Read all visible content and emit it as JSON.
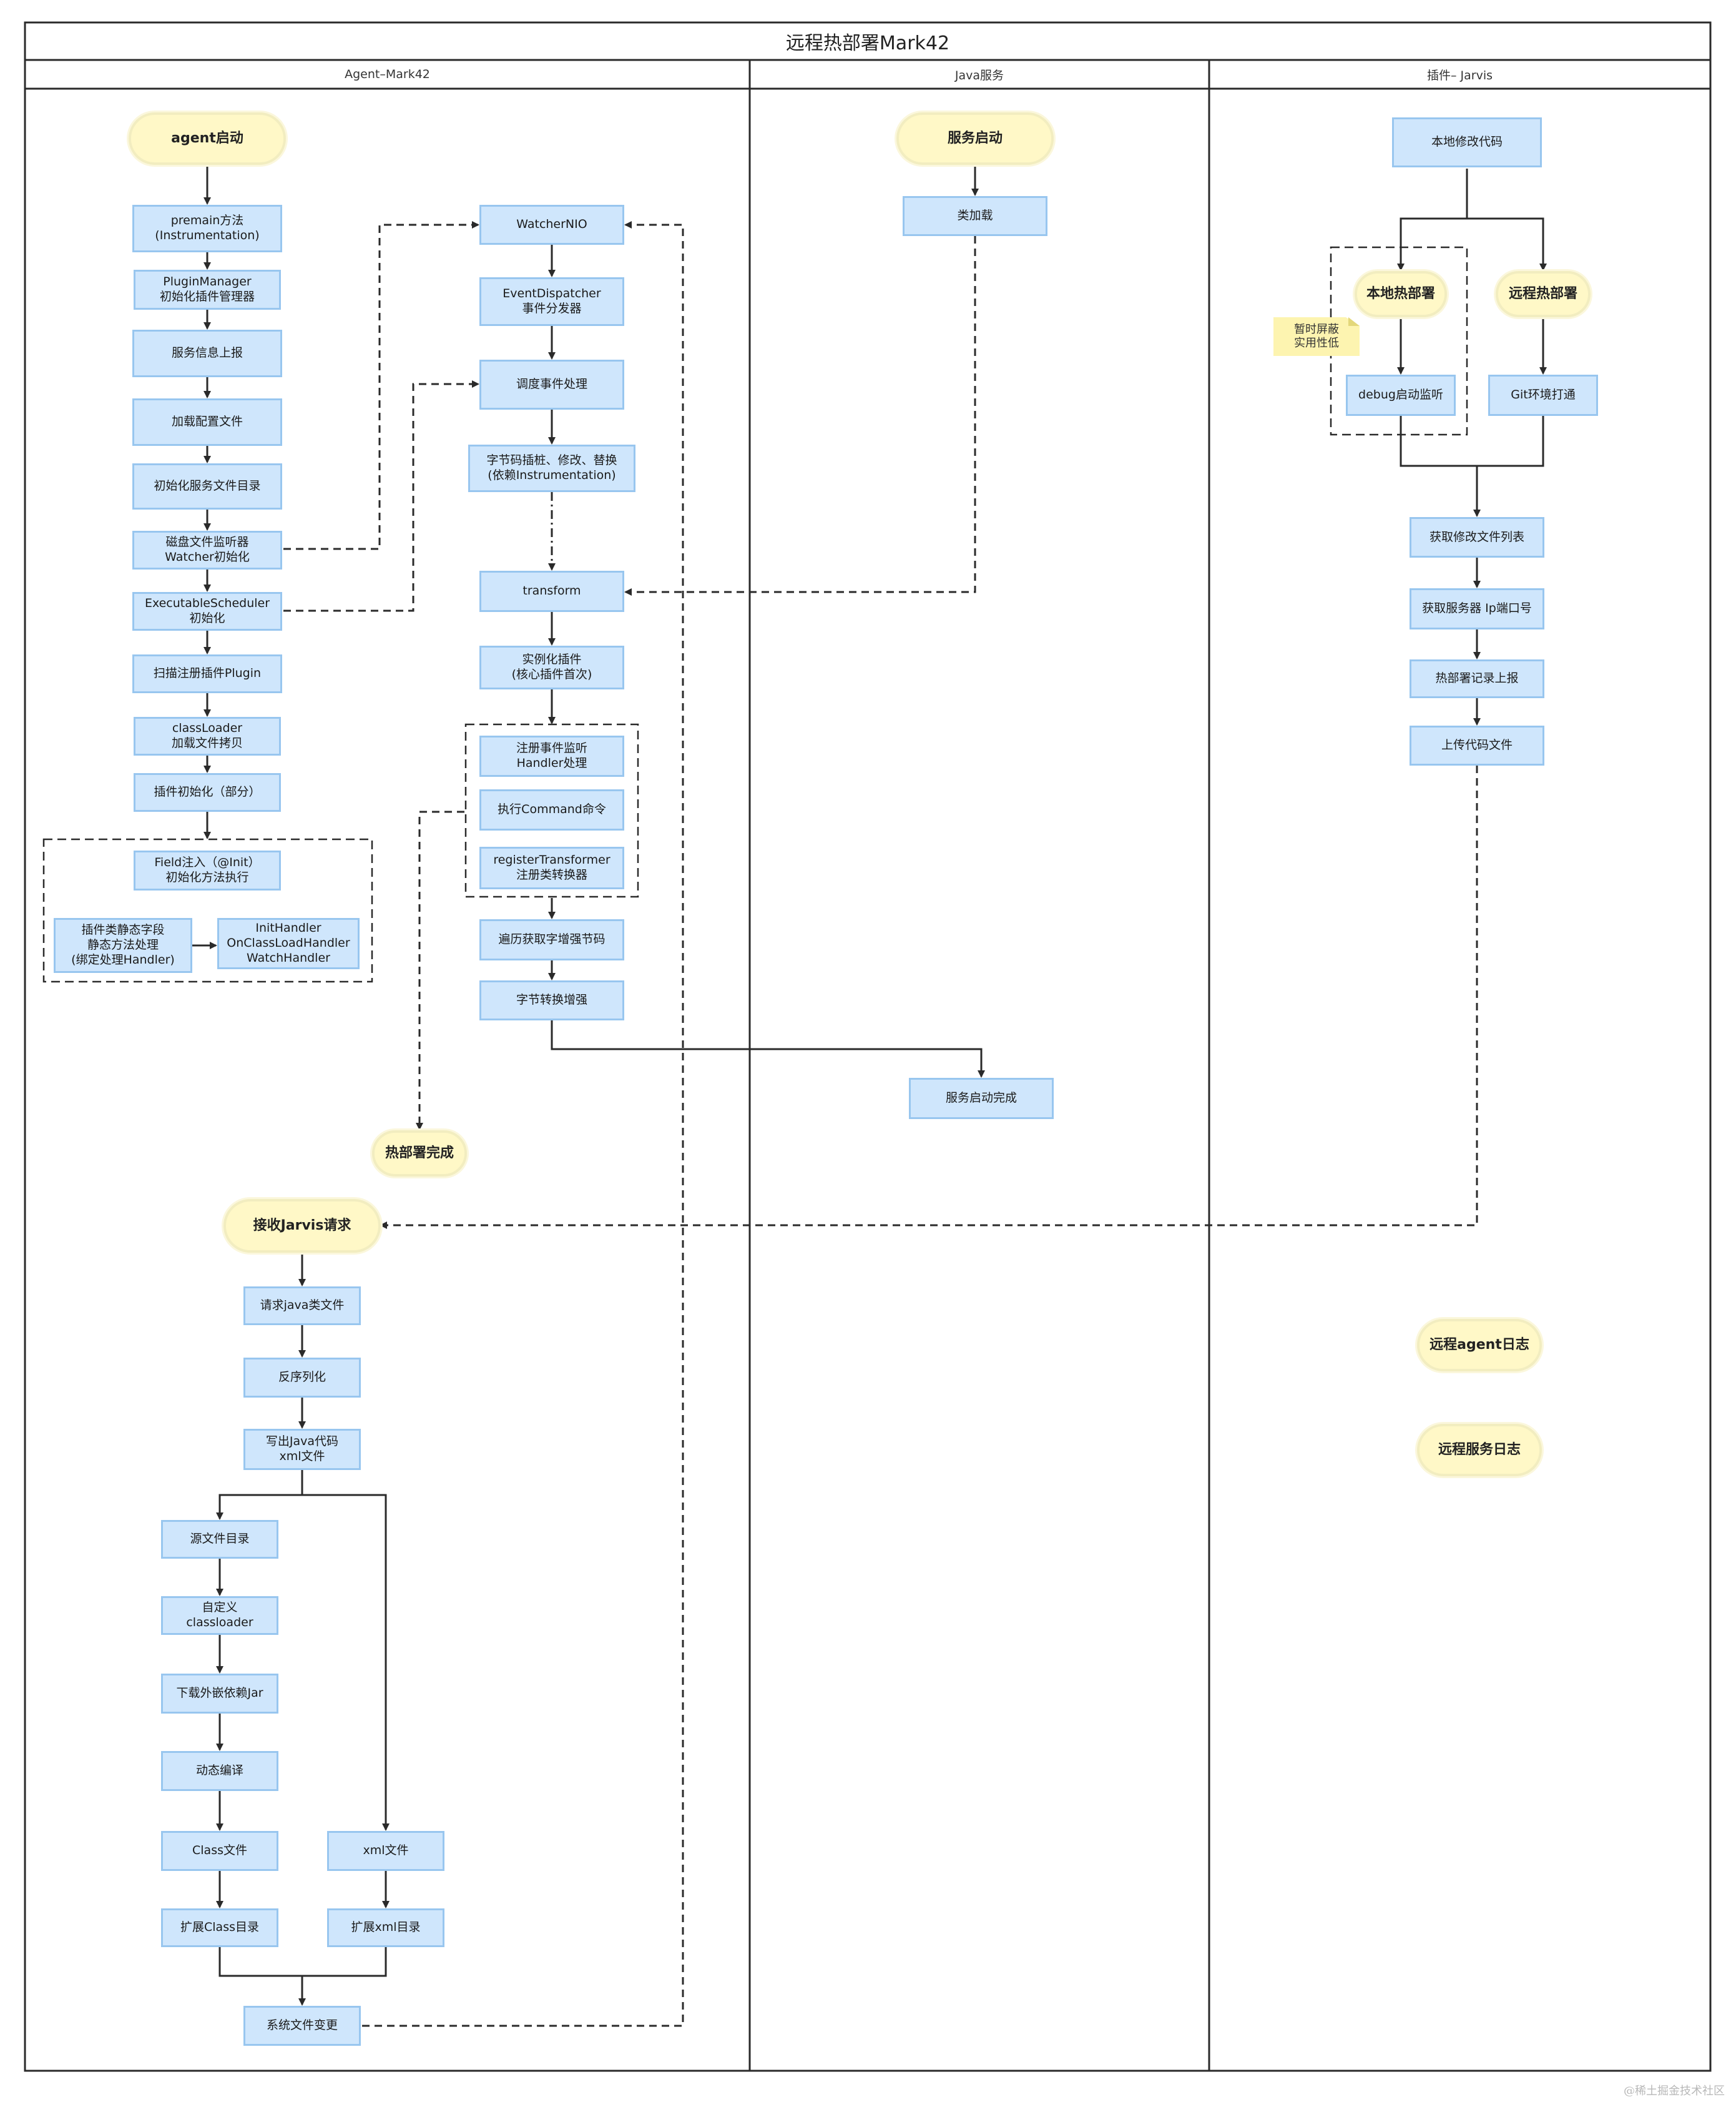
{
  "diagram": {
    "title": "远程热部署Mark42",
    "lanes": [
      {
        "id": "agent",
        "title": "Agent–Mark42"
      },
      {
        "id": "java",
        "title": "Java服务"
      },
      {
        "id": "jarvis",
        "title": "插件– Jarvis"
      }
    ],
    "nodes": [
      {
        "id": "agent-start",
        "kind": "terminator",
        "text": "agent启动"
      },
      {
        "id": "premain",
        "kind": "process",
        "text": "premain方法\n(Instrumentation)"
      },
      {
        "id": "plugin-manager",
        "kind": "process",
        "text": "PluginManager\n初始化插件管理器"
      },
      {
        "id": "service-report",
        "kind": "process",
        "text": "服务信息上报"
      },
      {
        "id": "load-config",
        "kind": "process",
        "text": "加载配置文件"
      },
      {
        "id": "init-service-dir",
        "kind": "process",
        "text": "初始化服务文件目录"
      },
      {
        "id": "disk-watcher",
        "kind": "process",
        "text": "磁盘文件监听器\nWatcher初始化"
      },
      {
        "id": "exec-scheduler",
        "kind": "process",
        "text": "ExecutableScheduler\n初始化"
      },
      {
        "id": "scan-plugin",
        "kind": "process",
        "text": "扫描注册插件Plugin"
      },
      {
        "id": "classloader-copy",
        "kind": "process",
        "text": "classLoader\n加载文件拷贝"
      },
      {
        "id": "plugin-init",
        "kind": "process",
        "text": "插件初始化（部分）"
      },
      {
        "id": "field-inject",
        "kind": "process",
        "text": "Field注入（@Init）\n初始化方法执行"
      },
      {
        "id": "static-field",
        "kind": "process",
        "text": "插件类静态字段\n静态方法处理\n(绑定处理Handler)"
      },
      {
        "id": "init-handler",
        "kind": "process",
        "text": "InitHandler\nOnClassLoadHandler\nWatchHandler"
      },
      {
        "id": "watcher-nio",
        "kind": "process",
        "text": "WatcherNIO"
      },
      {
        "id": "event-dispatcher",
        "kind": "process",
        "text": "EventDispatcher\n事件分发器"
      },
      {
        "id": "schedule-event",
        "kind": "process",
        "text": "调度事件处理"
      },
      {
        "id": "bytecode-modify",
        "kind": "process",
        "text": "字节码插桩、修改、替换\n(依赖Instrumentation)"
      },
      {
        "id": "transform",
        "kind": "process",
        "text": "transform"
      },
      {
        "id": "instantiate-plugin",
        "kind": "process",
        "text": "实例化插件\n(核心插件首次)"
      },
      {
        "id": "register-listener",
        "kind": "process",
        "text": "注册事件监听\nHandler处理"
      },
      {
        "id": "exec-command",
        "kind": "process",
        "text": "执行Command命令"
      },
      {
        "id": "register-transformer",
        "kind": "process",
        "text": "registerTransformer\n注册类转换器"
      },
      {
        "id": "traverse-bytecode",
        "kind": "process",
        "text": "遍历获取字增强节码"
      },
      {
        "id": "bytecode-enhance",
        "kind": "process",
        "text": "字节转换增强"
      },
      {
        "id": "hotdeploy-done",
        "kind": "terminator",
        "text": "热部署完成"
      },
      {
        "id": "recv-jarvis",
        "kind": "terminator",
        "text": "接收Jarvis请求"
      },
      {
        "id": "req-java",
        "kind": "process",
        "text": "请求java类文件"
      },
      {
        "id": "deserialize",
        "kind": "process",
        "text": "反序列化"
      },
      {
        "id": "write-java",
        "kind": "process",
        "text": "写出Java代码\nxml文件"
      },
      {
        "id": "src-dir",
        "kind": "process",
        "text": "源文件目录"
      },
      {
        "id": "custom-cl",
        "kind": "process",
        "text": "自定义\nclassloader"
      },
      {
        "id": "download-jar",
        "kind": "process",
        "text": "下载外嵌依赖Jar"
      },
      {
        "id": "dyn-compile",
        "kind": "process",
        "text": "动态编译"
      },
      {
        "id": "class-file",
        "kind": "process",
        "text": "Class文件"
      },
      {
        "id": "xml-file",
        "kind": "process",
        "text": "xml文件"
      },
      {
        "id": "ext-class-dir",
        "kind": "process",
        "text": "扩展Class目录"
      },
      {
        "id": "ext-xml-dir",
        "kind": "process",
        "text": "扩展xml目录"
      },
      {
        "id": "sys-file-change",
        "kind": "process",
        "text": "系统文件变更"
      },
      {
        "id": "svc-start",
        "kind": "terminator",
        "text": "服务启动"
      },
      {
        "id": "class-load",
        "kind": "process",
        "text": "类加载"
      },
      {
        "id": "svc-done",
        "kind": "process",
        "text": "服务启动完成"
      },
      {
        "id": "local-modify",
        "kind": "process",
        "text": "本地修改代码"
      },
      {
        "id": "local-hot",
        "kind": "terminator",
        "text": "本地热部署"
      },
      {
        "id": "remote-hot",
        "kind": "terminator",
        "text": "远程热部署"
      },
      {
        "id": "debug-listen",
        "kind": "process",
        "text": "debug启动监听"
      },
      {
        "id": "git-env",
        "kind": "process",
        "text": "Git环境打通"
      },
      {
        "id": "get-files",
        "kind": "process",
        "text": "获取修改文件列表"
      },
      {
        "id": "get-ip",
        "kind": "process",
        "text": "获取服务器 Ip端口号"
      },
      {
        "id": "report-record",
        "kind": "process",
        "text": "热部署记录上报"
      },
      {
        "id": "upload-code",
        "kind": "process",
        "text": "上传代码文件"
      },
      {
        "id": "remote-agent-log",
        "kind": "terminator",
        "text": "远程agent日志"
      },
      {
        "id": "remote-svc-log",
        "kind": "terminator",
        "text": "远程服务日志"
      },
      {
        "id": "note-disabled",
        "kind": "note",
        "text": "暂时屏蔽\n实用性低"
      }
    ],
    "edges": [
      {
        "from": "agent-start",
        "to": "premain",
        "style": "solid"
      },
      {
        "from": "premain",
        "to": "plugin-manager",
        "style": "solid"
      },
      {
        "from": "plugin-manager",
        "to": "service-report",
        "style": "solid"
      },
      {
        "from": "service-report",
        "to": "load-config",
        "style": "solid"
      },
      {
        "from": "load-config",
        "to": "init-service-dir",
        "style": "solid"
      },
      {
        "from": "init-service-dir",
        "to": "disk-watcher",
        "style": "solid"
      },
      {
        "from": "disk-watcher",
        "to": "exec-scheduler",
        "style": "solid"
      },
      {
        "from": "exec-scheduler",
        "to": "scan-plugin",
        "style": "solid"
      },
      {
        "from": "scan-plugin",
        "to": "classloader-copy",
        "style": "solid"
      },
      {
        "from": "classloader-copy",
        "to": "plugin-init",
        "style": "solid"
      },
      {
        "from": "plugin-init",
        "to": "init-group",
        "style": "solid"
      },
      {
        "from": "static-field",
        "to": "init-handler",
        "style": "solid"
      },
      {
        "from": "disk-watcher",
        "to": "watcher-nio",
        "style": "dashed"
      },
      {
        "from": "exec-scheduler",
        "to": "schedule-event",
        "style": "dashed"
      },
      {
        "from": "watcher-nio",
        "to": "event-dispatcher",
        "style": "solid"
      },
      {
        "from": "event-dispatcher",
        "to": "schedule-event",
        "style": "solid"
      },
      {
        "from": "schedule-event",
        "to": "bytecode-modify",
        "style": "solid"
      },
      {
        "from": "bytecode-modify",
        "to": "transform",
        "style": "dashdot"
      },
      {
        "from": "transform",
        "to": "instantiate-plugin",
        "style": "solid"
      },
      {
        "from": "instantiate-plugin",
        "to": "handler-group",
        "style": "solid"
      },
      {
        "from": "handler-group",
        "to": "traverse-bytecode",
        "style": "solid"
      },
      {
        "from": "traverse-bytecode",
        "to": "bytecode-enhance",
        "style": "solid"
      },
      {
        "from": "bytecode-enhance",
        "to": "svc-done",
        "style": "solid"
      },
      {
        "from": "handler-group",
        "to": "hotdeploy-done",
        "style": "dashed"
      },
      {
        "from": "svc-start",
        "to": "class-load",
        "style": "solid"
      },
      {
        "from": "class-load",
        "to": "transform",
        "style": "dashed"
      },
      {
        "from": "local-modify",
        "to": "local-hot",
        "style": "solid"
      },
      {
        "from": "local-modify",
        "to": "remote-hot",
        "style": "solid"
      },
      {
        "from": "local-hot",
        "to": "debug-listen",
        "style": "solid"
      },
      {
        "from": "remote-hot",
        "to": "git-env",
        "style": "solid"
      },
      {
        "from": "debug-listen",
        "to": "get-files",
        "style": "solid"
      },
      {
        "from": "git-env",
        "to": "get-files",
        "style": "solid"
      },
      {
        "from": "get-files",
        "to": "get-ip",
        "style": "solid"
      },
      {
        "from": "get-ip",
        "to": "report-record",
        "style": "solid"
      },
      {
        "from": "report-record",
        "to": "upload-code",
        "style": "solid"
      },
      {
        "from": "upload-code",
        "to": "recv-jarvis",
        "style": "dashed"
      },
      {
        "from": "recv-jarvis",
        "to": "req-java",
        "style": "solid"
      },
      {
        "from": "req-java",
        "to": "deserialize",
        "style": "solid"
      },
      {
        "from": "deserialize",
        "to": "write-java",
        "style": "solid"
      },
      {
        "from": "write-java",
        "to": "src-dir",
        "style": "solid"
      },
      {
        "from": "write-java",
        "to": "xml-file",
        "style": "solid"
      },
      {
        "from": "src-dir",
        "to": "custom-cl",
        "style": "solid"
      },
      {
        "from": "custom-cl",
        "to": "download-jar",
        "style": "solid"
      },
      {
        "from": "download-jar",
        "to": "dyn-compile",
        "style": "solid"
      },
      {
        "from": "dyn-compile",
        "to": "class-file",
        "style": "solid"
      },
      {
        "from": "class-file",
        "to": "ext-class-dir",
        "style": "solid"
      },
      {
        "from": "xml-file",
        "to": "ext-xml-dir",
        "style": "solid"
      },
      {
        "from": "ext-class-dir",
        "to": "sys-file-change",
        "style": "solid"
      },
      {
        "from": "ext-xml-dir",
        "to": "sys-file-change",
        "style": "solid"
      },
      {
        "from": "sys-file-change",
        "to": "watcher-nio",
        "style": "dashed"
      }
    ]
  },
  "watermark": "@稀土掘金技术社区"
}
